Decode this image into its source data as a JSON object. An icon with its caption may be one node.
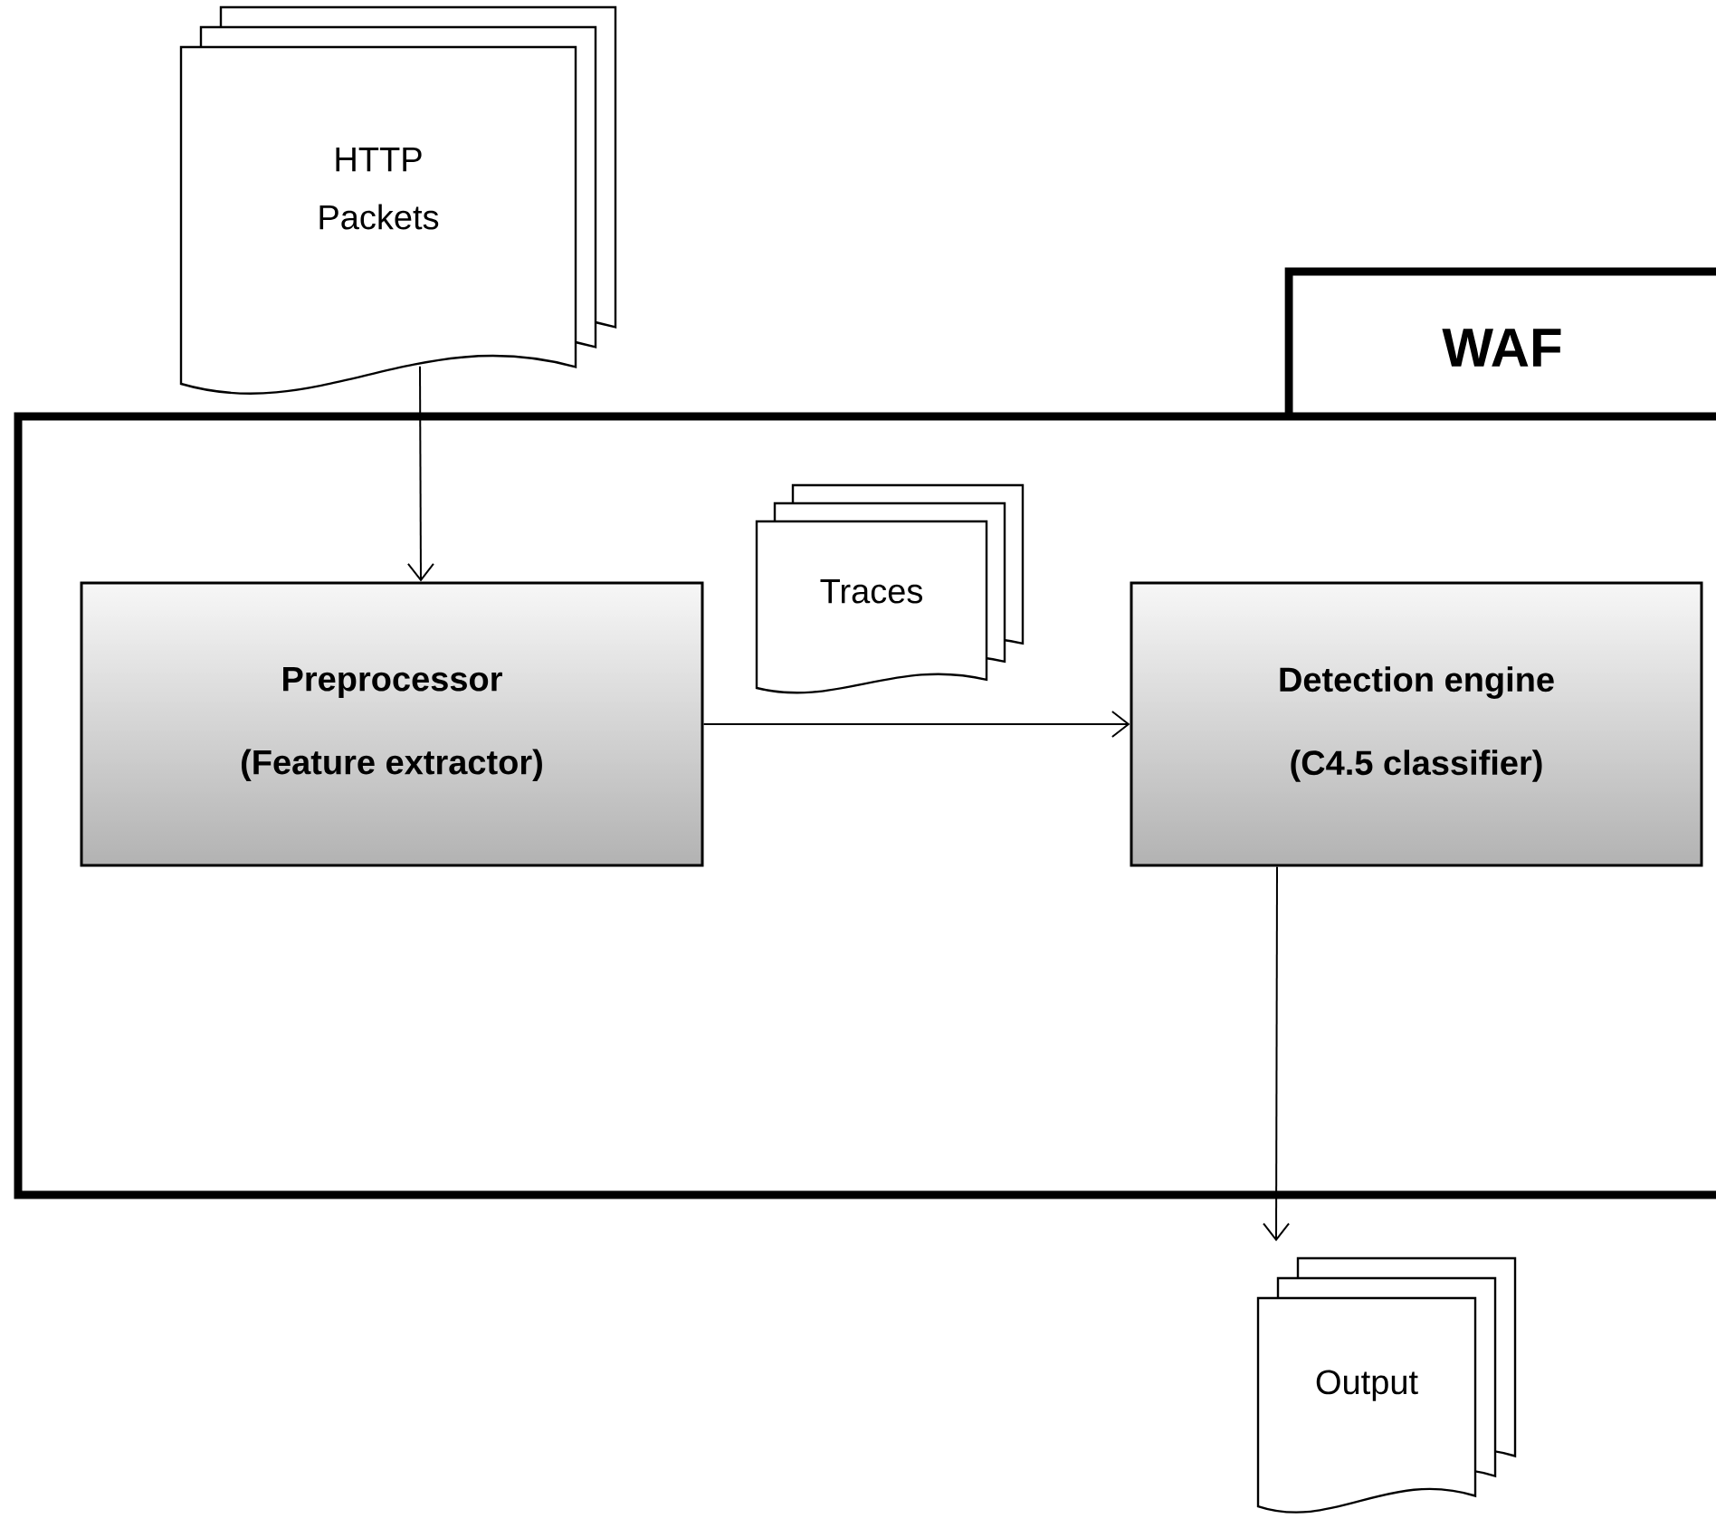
{
  "diagram": {
    "nodes": [
      {
        "text": [
          "HTTP Packets"
        ]
      },
      {
        "text": [
          "WAF"
        ]
      },
      {
        "text": [
          "Preprocessor",
          "(Feature extractor)"
        ],
        "in": 1
      },
      {
        "text": [
          "Traces"
        ],
        "in": 1
      },
      {
        "text": [
          "Detection engine",
          "(C4.5 classifier)"
        ],
        "in": 1
      },
      {
        "text": [
          "Output"
        ]
      }
    ],
    "edges": [
      {
        "from": 0,
        "to": 2,
        "arrow": "to"
      },
      {
        "from": 2,
        "to": 4,
        "arrow": "to"
      },
      {
        "from": 4,
        "to": 5,
        "arrow": "to"
      }
    ]
  }
}
